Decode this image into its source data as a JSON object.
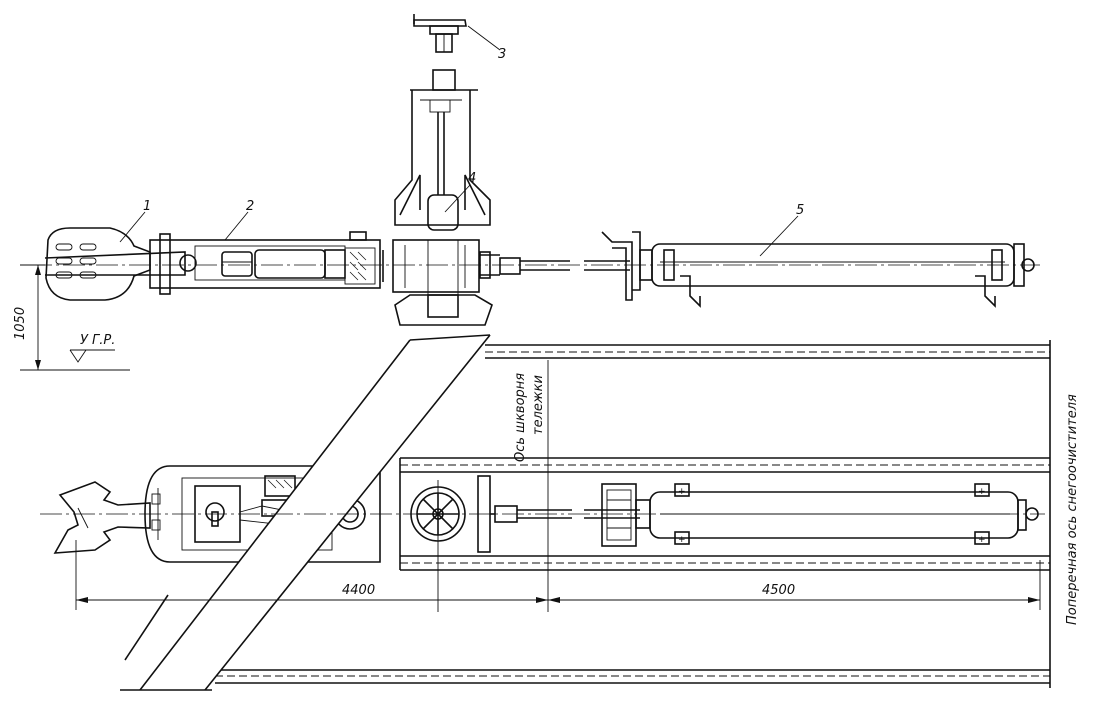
{
  "callouts": {
    "c1": "1",
    "c2": "2",
    "c3": "3",
    "c4": "4",
    "c5": "5"
  },
  "dimensions": {
    "height": "1050",
    "left_span": "4400",
    "right_span": "4500"
  },
  "labels": {
    "rail_level": "У Г.Р.",
    "bogie_axis_line1": "Ось шкворня",
    "bogie_axis_line2": "тележки",
    "transverse_axis": "Поперечная  ось  снегоочистителя"
  }
}
